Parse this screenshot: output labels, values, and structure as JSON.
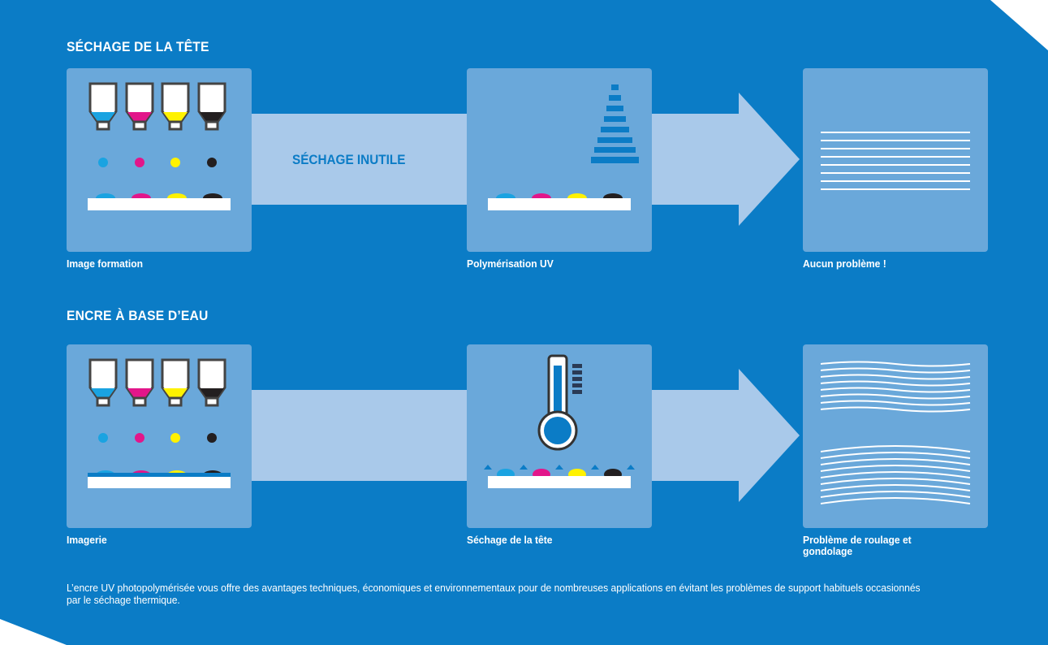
{
  "colors": {
    "background": "#0b7cc6",
    "panel": "#6aa8da",
    "arrow": "#a9c9ea",
    "cyan": "#1aa3e1",
    "magenta": "#e2168a",
    "yellow": "#fff200",
    "black": "#231f20"
  },
  "row1": {
    "title": "SÉCHAGE DE LA TÊTE",
    "arrow_label": "SÉCHAGE INUTILE",
    "captions": [
      "Image formation",
      "Polymérisation UV",
      "Aucun problème !"
    ]
  },
  "row2": {
    "title": "ENCRE À BASE D’EAU",
    "captions": [
      "Imagerie",
      "Séchage de la tête",
      "Problème de roulage et gondolage"
    ]
  },
  "footer": "L’encre UV photopolymérisée vous offre des avantages techniques, économiques et environnementaux pour de nombreuses applications en évitant les problèmes de support habituels occasionnés par le séchage thermique.",
  "icons": [
    "ink-cartridge-icon",
    "uv-light-icon",
    "thermometer-icon",
    "flat-paper-icon",
    "wavy-paper-icon"
  ]
}
